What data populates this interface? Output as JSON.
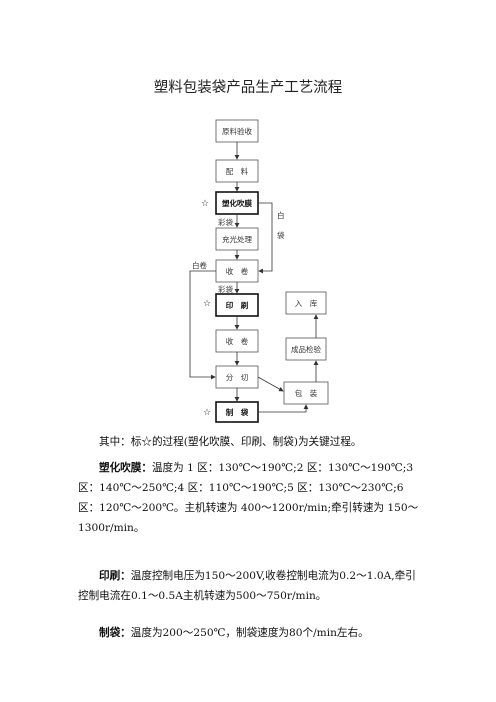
{
  "title": "塑料包装袋产品生产工艺流程",
  "flow": {
    "boxes": {
      "raw_material": "原料验收",
      "batching": "配　料",
      "blown_film": "塑化吹膜",
      "corona": "充光处理",
      "winding1": "收　卷",
      "printing": "印　刷",
      "winding2": "收　卷",
      "slitting": "分　切",
      "bag_making": "制　袋",
      "packing": "包　装",
      "inspection": "成品检验",
      "warehouse": "入　库"
    },
    "labels": {
      "color_bag1": "彩袋",
      "color_bag2": "彩袋",
      "white_bag_left": "白卷",
      "white_bag_right_1": "白",
      "white_bag_right_2": "袋"
    },
    "star": "☆"
  },
  "text": {
    "note": "其中：标☆的过程(塑化吹膜、印刷、制袋)为关键过程。",
    "blown_label": "塑化吹膜：",
    "blown_body": "温度为 1 区：130℃～190℃;2 区：130℃～190℃;3 区：140℃～250℃;4 区：110℃～190℃;5 区：130℃～230℃;6 区：120℃～200℃。主机转速为 400～1200r/min;牵引转速为 150～1300r/min。",
    "print_label": "印刷：",
    "print_body": "温度控制电压为150～200V,收卷控制电流为0.2～1.0A,牵引控制电流在0.1～0.5A主机转速为500～750r/min。",
    "bag_label": "制袋：",
    "bag_body": "温度为200～250℃，制袋速度为80个/min左右。"
  }
}
